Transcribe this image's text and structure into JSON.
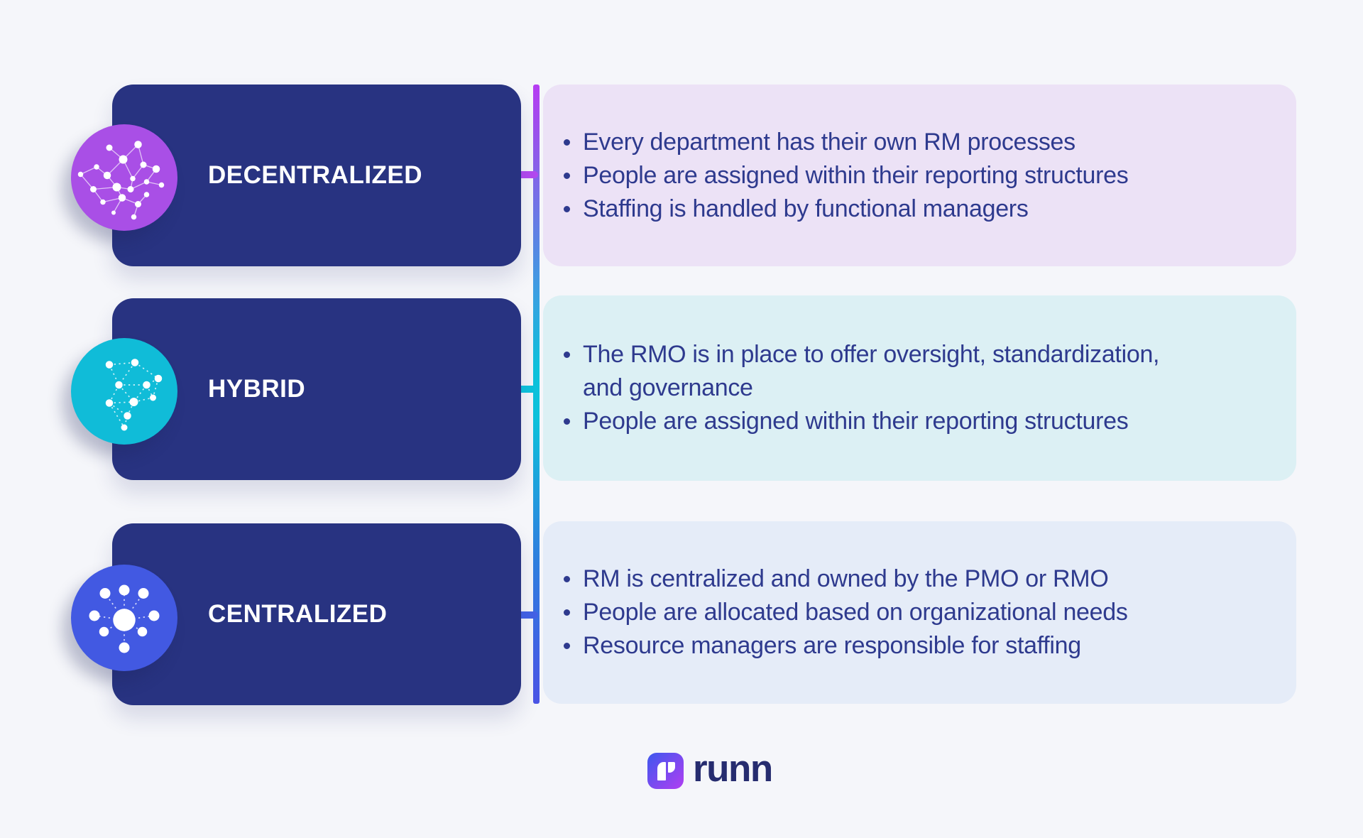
{
  "page": {
    "background_color": "#f5f6fa",
    "text_color": "#2e3a8e",
    "card_color": "#283381",
    "spine_gradient": [
      "#b63cf2",
      "#0dc3dc",
      "#4b55e6"
    ]
  },
  "sections": [
    {
      "label": "DECENTRALIZED",
      "icon": "decentralized-network-icon",
      "icon_bg": "#a94fe6",
      "accent_color": "#b44af0",
      "panel_bg": "#ece2f6",
      "bullets": [
        "Every department has their own RM processes",
        "People are assigned within their reporting structures",
        "Staffing is handled by functional managers"
      ]
    },
    {
      "label": "HYBRID",
      "icon": "hybrid-mesh-icon",
      "icon_bg": "#10bcd8",
      "accent_color": "#0dc3dc",
      "panel_bg": "#dcf0f4",
      "bullets": [
        "The RMO is in place to offer oversight, standardization,\nand governance",
        "People are assigned within their reporting structures"
      ]
    },
    {
      "label": "CENTRALIZED",
      "icon": "centralized-hub-icon",
      "icon_bg": "#4259e2",
      "accent_color": "#4462e6",
      "panel_bg": "#e5ecf8",
      "bullets": [
        "RM is centralized and owned by the PMO or RMO",
        "People are allocated based on organizational needs",
        "Resource managers are responsible for staffing"
      ]
    }
  ],
  "footer": {
    "brand": "runn",
    "logo_gradient": [
      "#3d58ee",
      "#b13ef2"
    ]
  }
}
